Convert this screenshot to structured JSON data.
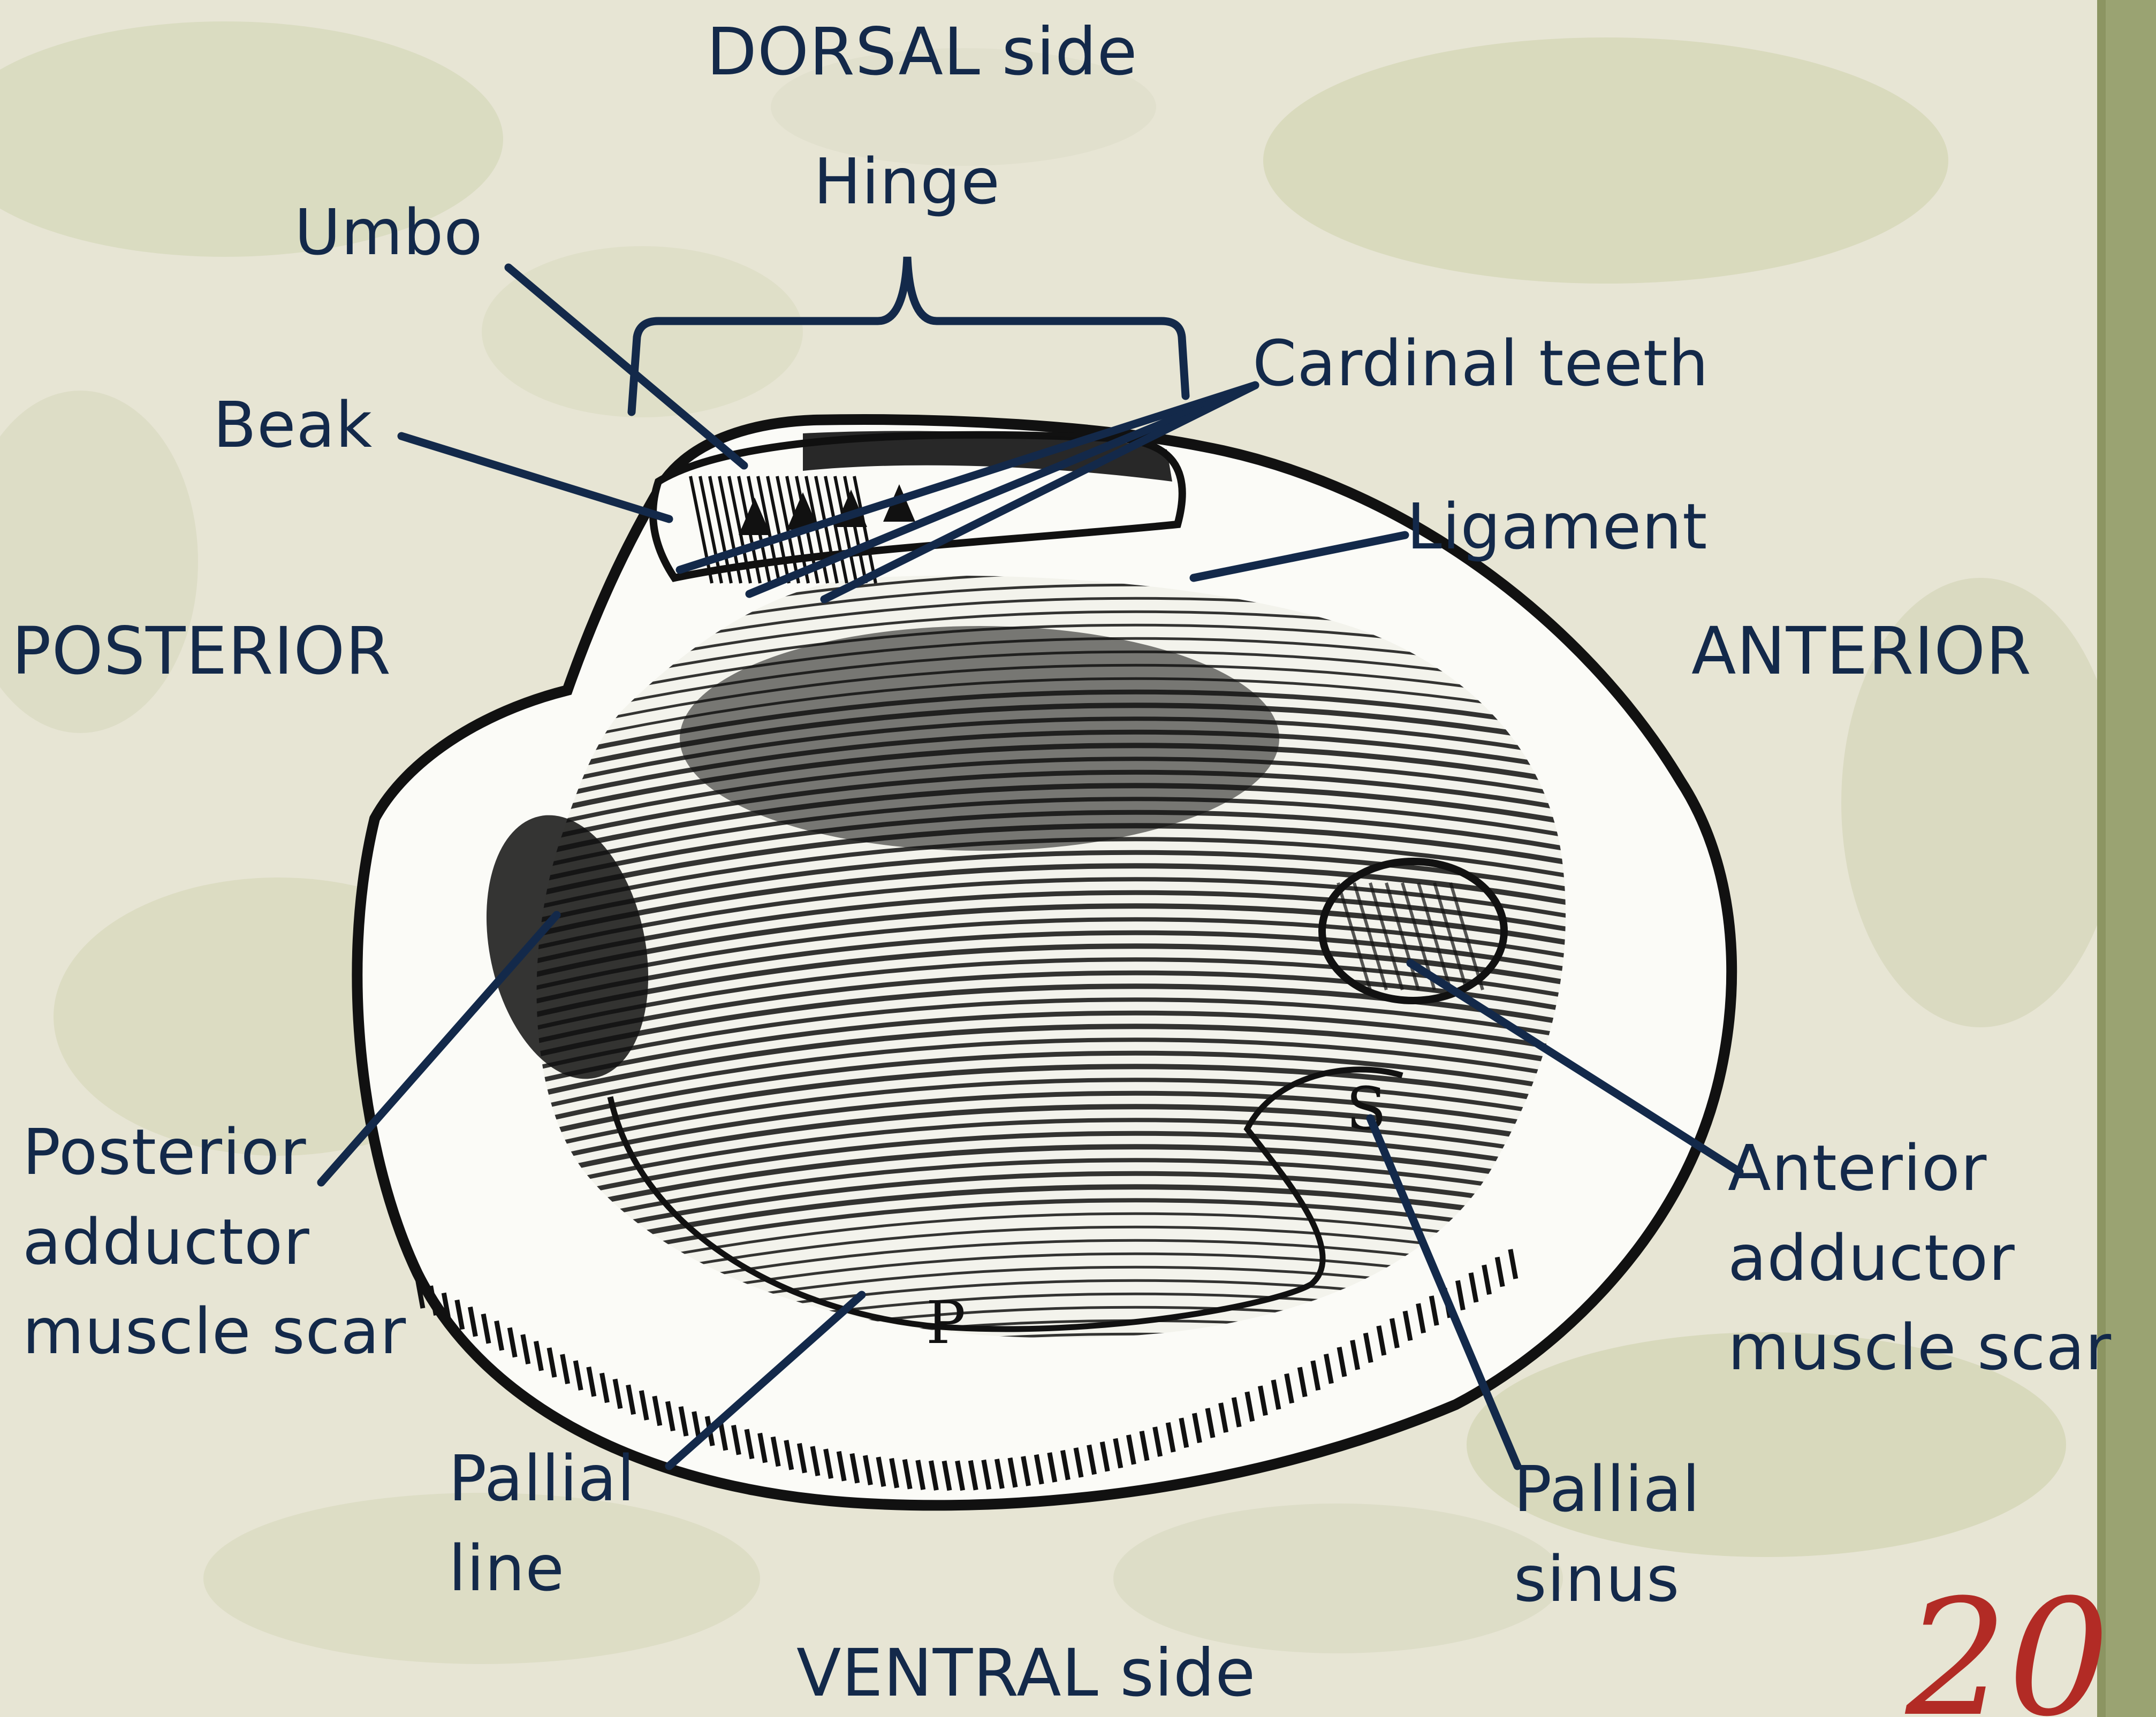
{
  "diagram": {
    "orientation": {
      "dorsal": "DORSAL side",
      "ventral": "VENTRAL side",
      "posterior": "POSTERIOR",
      "anterior": "ANTERIOR"
    },
    "labels": {
      "hinge": "Hinge",
      "umbo": "Umbo",
      "beak": "Beak",
      "cardinal_teeth": "Cardinal teeth",
      "ligament": "Ligament",
      "posterior_adductor": "Posterior\nadductor\nmuscle scar",
      "anterior_adductor": "Anterior\nadductor\nmuscle scar",
      "pallial_line": "Pallial\nline",
      "pallial_sinus": "Pallial\nsinus"
    },
    "figure_letters": {
      "p": "P",
      "s": "S"
    },
    "page_number": "20",
    "colors": {
      "label_text": "#13294a",
      "leader_line": "#13294a",
      "page_number": "#b22b25",
      "background": "#e7e5d4",
      "side_strip": "#9aa372",
      "shell_ink": "#111111",
      "shell_paper": "#fbfbf7"
    }
  }
}
